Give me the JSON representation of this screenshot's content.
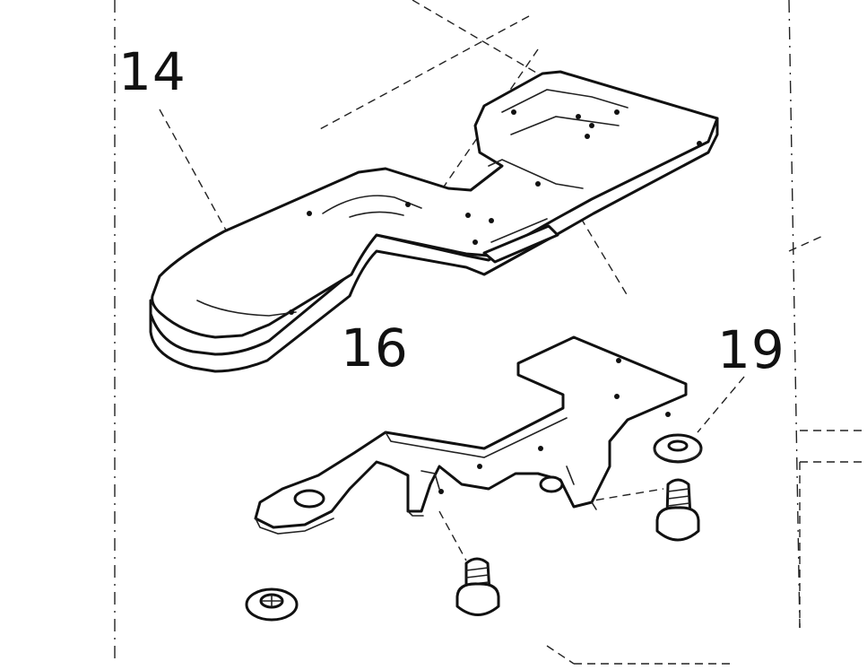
{
  "labels": {
    "part_14": "14",
    "part_16": "16",
    "part_19": "19"
  },
  "colors": {
    "ink": "#111111",
    "paper": "#ffffff"
  }
}
